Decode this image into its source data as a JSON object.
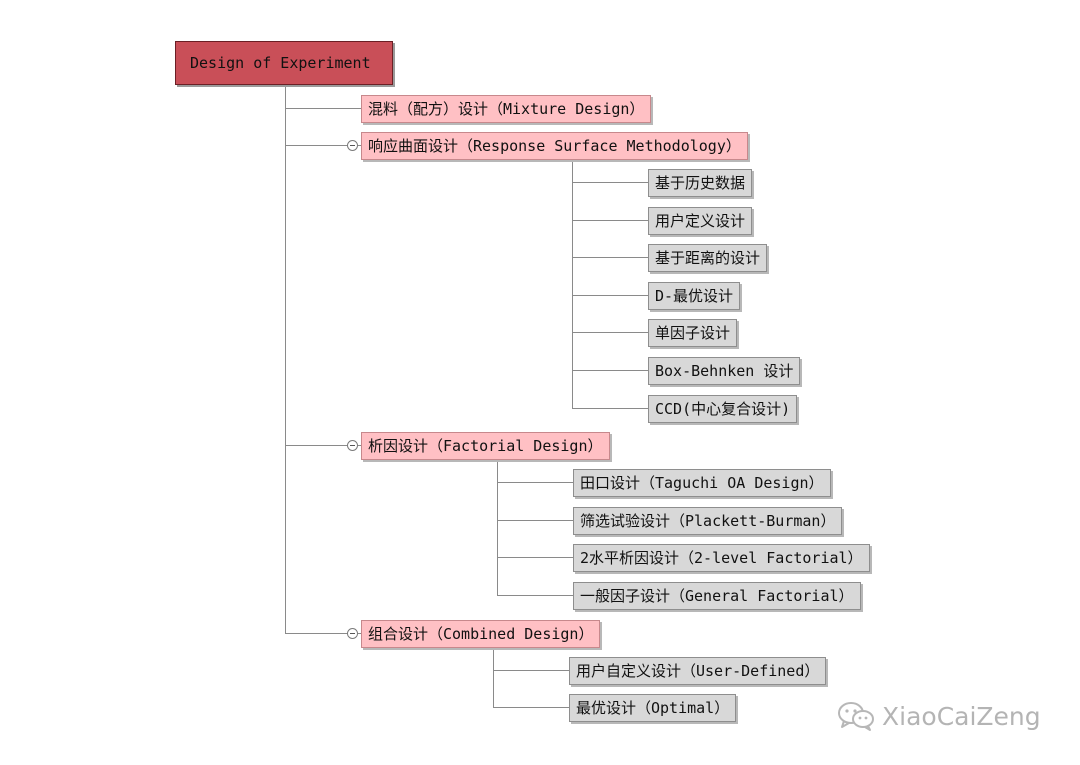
{
  "root": {
    "label": "Design of Experiment"
  },
  "branches": [
    {
      "label": "混料（配方）设计（Mixture Design）",
      "collapsible": false,
      "children": []
    },
    {
      "label": "响应曲面设计（Response Surface Methodology）",
      "collapsible": true,
      "children": [
        {
          "label": "基于历史数据"
        },
        {
          "label": "用户定义设计"
        },
        {
          "label": "基于距离的设计"
        },
        {
          "label": "D-最优设计"
        },
        {
          "label": "单因子设计"
        },
        {
          "label": "Box-Behnken 设计"
        },
        {
          "label": "CCD(中心复合设计)"
        }
      ]
    },
    {
      "label": "析因设计（Factorial Design）",
      "collapsible": true,
      "children": [
        {
          "label": "田口设计（Taguchi OA Design）"
        },
        {
          "label": "筛选试验设计（Plackett-Burman）"
        },
        {
          "label": "2水平析因设计（2-level Factorial）"
        },
        {
          "label": "一般因子设计（General Factorial）"
        }
      ]
    },
    {
      "label": "组合设计（Combined Design）",
      "collapsible": true,
      "children": [
        {
          "label": "用户自定义设计（User-Defined）"
        },
        {
          "label": "最优设计（Optimal）"
        }
      ]
    }
  ],
  "watermark": {
    "text": "XiaoCaiZeng",
    "icon": "wechat-icon"
  },
  "colors": {
    "root_fill": "#c94f58",
    "branch_fill": "#ffc0c4",
    "leaf_fill": "#d8d8d8",
    "connector": "#8a8a8a"
  }
}
